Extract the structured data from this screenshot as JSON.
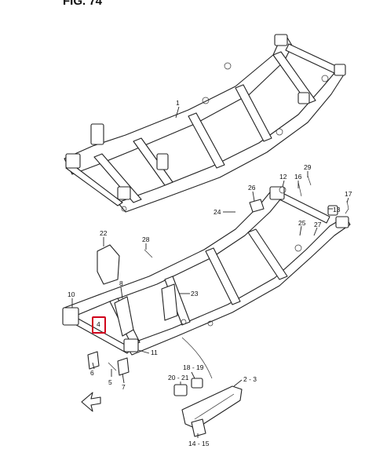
{
  "figure_title": "FIG. 74",
  "callouts": [
    "1",
    "12",
    "16",
    "29",
    "26",
    "17",
    "24",
    "13",
    "25",
    "27",
    "22",
    "28",
    "8",
    "23",
    "10",
    "4",
    "11",
    "6",
    "5",
    "7",
    "18 - 19",
    "20 - 21",
    "2 - 3",
    "14 - 15"
  ],
  "highlighted_callout": "4",
  "colors": {
    "highlight": "#d0021b",
    "lines": "#222222"
  }
}
